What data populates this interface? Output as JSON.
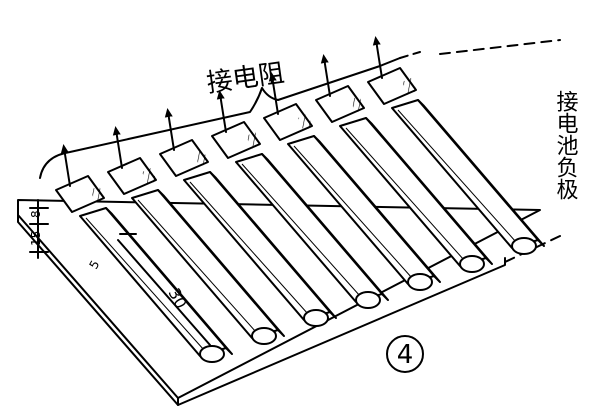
{
  "figure": {
    "top_label": "接电阻",
    "side_label": "接电池负极",
    "figure_number": "4",
    "dimensions": {
      "d1": "8",
      "d2": "15",
      "d3": "5",
      "length": "30"
    }
  },
  "strip_count": 7
}
